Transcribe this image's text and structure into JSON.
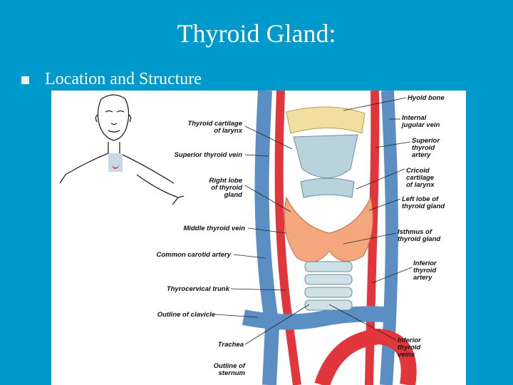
{
  "slide": {
    "title": "Thyroid Gland:",
    "bullet": "Location and Structure"
  },
  "colors": {
    "background": "#0099cc",
    "artery": "#e0363c",
    "vein": "#5b8fc4",
    "thyroid": "#f4a67c",
    "cartilage": "#b9d3dc",
    "hyoid": "#f2dfa0"
  },
  "labels": {
    "left": {
      "thyroid_cartilage": "Thyroid cartilage\nof larynx",
      "superior_thyroid_vein": "Superior thyroid vein",
      "right_lobe": "Right lobe\nof thyroid\ngland",
      "middle_thyroid_vein": "Middle thyroid vein",
      "common_carotid": "Common carotid artery",
      "thyrocervical": "Thyrocervical trunk",
      "clavicle": "Outline of clavicle",
      "trachea": "Trachea",
      "sternum": "Outline of\nsternum"
    },
    "right": {
      "hyoid": "Hyoid bone",
      "jugular": "Internal\njugular vein",
      "sup_thyroid_artery": "Superior\nthyroid\nartery",
      "cricoid": "Cricoid\ncartilage\nof larynx",
      "left_lobe": "Left lobe of\nthyroid gland",
      "isthmus": "Isthmus of\nthyroid gland",
      "inf_thyroid_artery": "Inferior\nthyroid\nartery",
      "inf_thyroid_veins": "Inferior\nthyroid\nveins"
    }
  }
}
